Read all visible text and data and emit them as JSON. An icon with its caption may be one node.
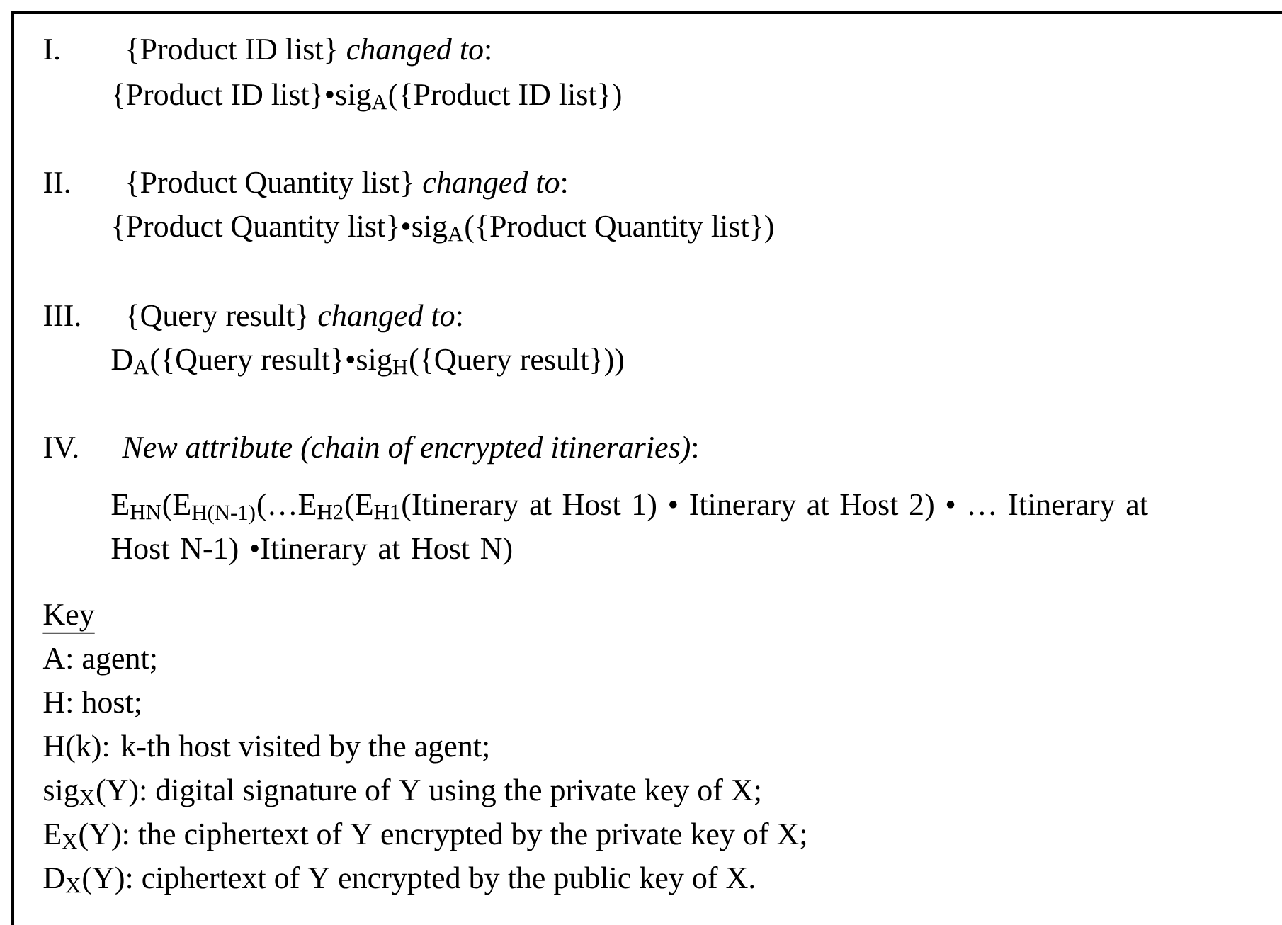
{
  "diagram": {
    "labels": [
      "I.",
      "{Product ID list} *changed to*:",
      "{Product ID list}•sig$_{A}$({Product ID list})",
      "II.",
      "{Product Quantity list} *changed to*:",
      "{Product Quantity list}•sig$_{A}$({Product Quantity list})",
      "III.",
      "{Query result} *changed to*:",
      "D$_{A}$({Query result}•sig$_{H}$({Query result}))",
      "IV.",
      "*New attribute (chain of encrypted itineraries)*:",
      "E$_{HN}$(E$_{H(N-1)}$(…E$_{H2}$(E$_{H1}$(Itinerary at Host 1) • Itinerary at Host 2) • … Itinerary at Host N-1) •Itinerary at Host N)",
      "Key",
      "A: agent;",
      "H: host;",
      "H(k): k-th host visited by the agent;",
      "sig$_{X}$(Y): digital signature of Y using the private key of X;",
      "E$_{X}$(Y): the ciphertext of Y encrypted by the private key of X;",
      "D$_{X}$(Y): ciphertext of Y encrypted by the public key of X."
    ]
  }
}
